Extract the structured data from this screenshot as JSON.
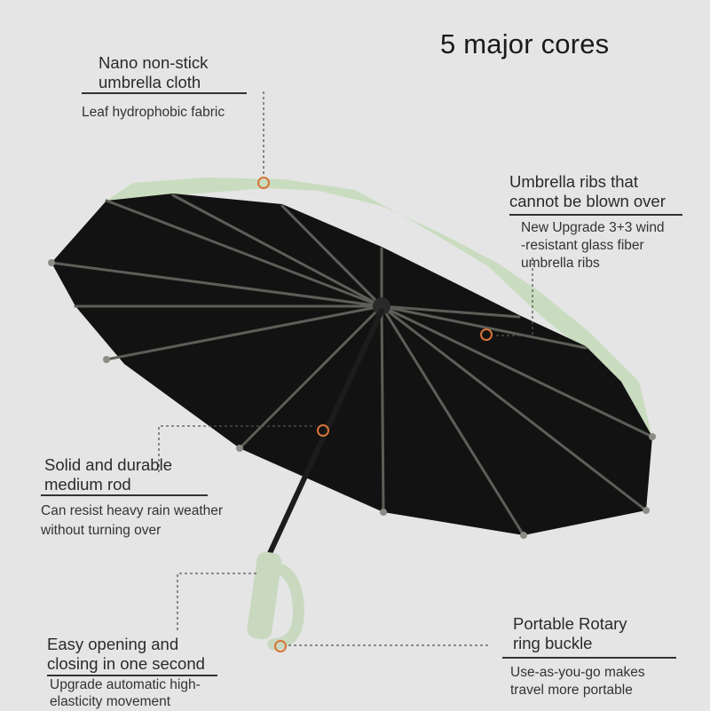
{
  "title": "5 major cores",
  "features": {
    "cloth": {
      "heading": [
        "Nano non-stick",
        "umbrella cloth"
      ],
      "sub": [
        "Leaf hydrophobic fabric"
      ]
    },
    "ribs": {
      "heading": [
        "Umbrella ribs that",
        "cannot be blown over"
      ],
      "sub": [
        "New Upgrade 3+3 wind",
        "-resistant glass fiber",
        "umbrella ribs"
      ]
    },
    "rod": {
      "heading": [
        "Solid and durable",
        "medium rod"
      ],
      "sub": [
        "Can resist heavy rain weather",
        "without turning over"
      ]
    },
    "opening": {
      "heading": [
        "Easy opening and",
        "closing in one second"
      ],
      "sub": [
        "Upgrade automatic high-",
        "elasticity movement"
      ]
    },
    "buckle": {
      "heading": [
        "Portable Rotary",
        "ring buckle"
      ],
      "sub": [
        "Use-as-you-go makes",
        "travel more portable"
      ]
    }
  },
  "colors": {
    "background": "#e4e5e4",
    "canopy_outer": "#c9dcbf",
    "canopy_inner": "#121212",
    "handle": "#c8d9c0",
    "marker": "#d9743a",
    "leader_line": "#555555"
  }
}
